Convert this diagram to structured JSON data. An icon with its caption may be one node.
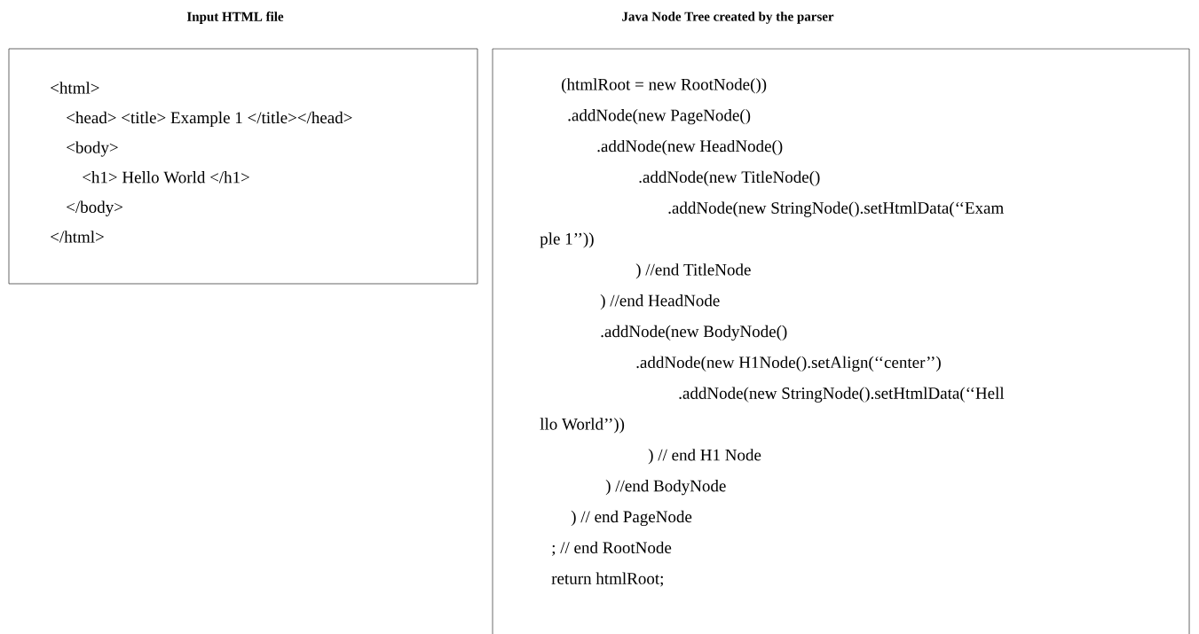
{
  "diagram": {
    "nodes": [
      {
        "text": [
          "Input HTML file",
          "<html>",
          "<head> <title> Example 1 </title></head>",
          "<body>",
          "<h1> Hello World </h1>",
          "</body>",
          "</html>"
        ]
      },
      {
        "text": [
          "Java Node Tree created by the parser",
          "(htmlRoot = new RootNode())",
          ".addNode(new PageNode()",
          ".addNode(new HeadNode()",
          ".addNode(new TitleNode()",
          ".addNode(new StringNode().setHtmlData(‘‘Exam",
          "ple 1’’))",
          ") //end TitleNode",
          ") //end HeadNode",
          ".addNode(new BodyNode()",
          ".addNode(new H1Node().setAlign(‘‘center’’)",
          ".addNode(new StringNode().setHtmlData(‘‘Hell",
          "llo World’’))",
          ") // end H1 Node",
          ") //end BodyNode",
          ") // end PageNode",
          ";  // end RootNode",
          "return htmlRoot;"
        ]
      }
    ]
  }
}
